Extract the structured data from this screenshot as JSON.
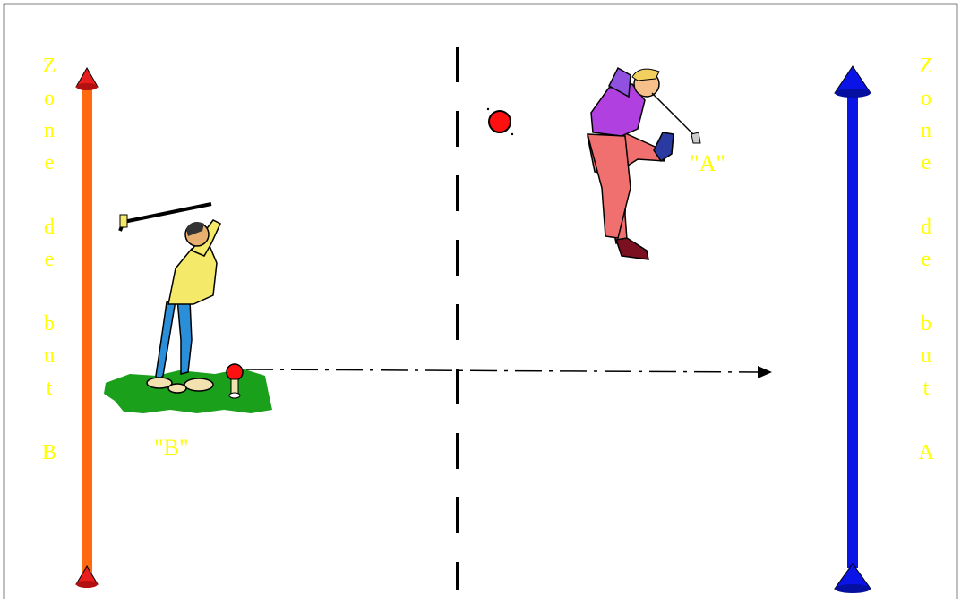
{
  "labels": {
    "zone_b": "Z\no\nn\ne\n\nd\ne\n\nb\nu\nt\n\nB",
    "zone_a": "Z\no\nn\ne\n\nd\ne\n\nb\nu\nt\n\nA",
    "player_b": "\"B\"",
    "player_a": "\"A\""
  },
  "colors": {
    "goal_b": "#ff6a10",
    "goal_a": "#0a14e6",
    "goal_b_marker": "#e61e1e",
    "goal_a_marker": "#0a14e6",
    "ball": "#ff1010",
    "text": "#ffff00",
    "border": "#000000"
  },
  "icons": {
    "player_b": "golfer-swinging-icon",
    "player_a": "golfer-follow-through-icon",
    "ball": "golf-ball-icon",
    "tee": "golf-ball-on-tee-icon"
  }
}
